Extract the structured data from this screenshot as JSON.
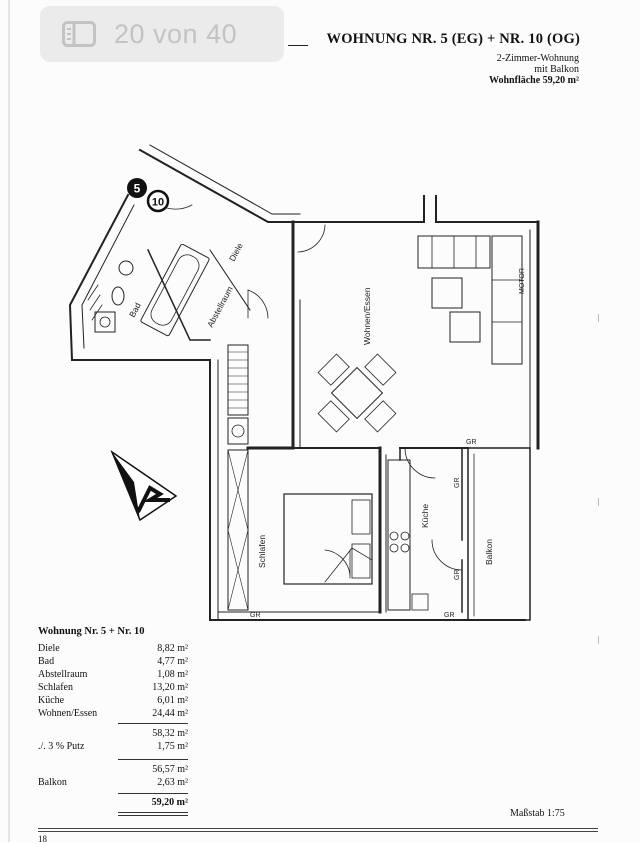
{
  "pager": {
    "text": "20 von 40",
    "icon": "sidebar-pages-icon"
  },
  "header": {
    "title": "WOHNUNG NR. 5 (EG) + NR. 10 (OG)",
    "subtitle_1": "2-Zimmer-Wohnung",
    "subtitle_2": "mit Balkon",
    "area_line": "Wohnfläche 59,20 m²"
  },
  "plan": {
    "unit_badge_eg": "5",
    "unit_badge_og": "10",
    "rooms": {
      "diele": "Diele",
      "bad": "Bad",
      "abstellraum": "Abstellraum",
      "wohnen": "Wohnen/Essen",
      "schlafen": "Schlafen",
      "kueche": "Küche",
      "balkon": "Balkon"
    },
    "markers": {
      "gr": "GR",
      "motor": "MOTOR"
    },
    "north_arrow": "north-arrow-icon"
  },
  "table": {
    "title": "Wohnung Nr. 5 + Nr. 10",
    "rows": [
      {
        "label": "Diele",
        "value": "8,82 m²"
      },
      {
        "label": "Bad",
        "value": "4,77 m²"
      },
      {
        "label": "Abstellraum",
        "value": "1,08 m²"
      },
      {
        "label": "Schlafen",
        "value": "13,20 m²"
      },
      {
        "label": "Küche",
        "value": "6,01 m²"
      },
      {
        "label": "Wohnen/Essen",
        "value": "24,44 m²"
      }
    ],
    "subtotal": "58,32 m²",
    "putz": {
      "label": "./. 3 % Putz",
      "value": "1,75 m²"
    },
    "net": "56,57 m²",
    "balkon": {
      "label": "Balkon",
      "value": "2,63 m²"
    },
    "total": "59,20 m²"
  },
  "footer": {
    "scale": "Maßstab 1:75",
    "page_number": "18"
  }
}
